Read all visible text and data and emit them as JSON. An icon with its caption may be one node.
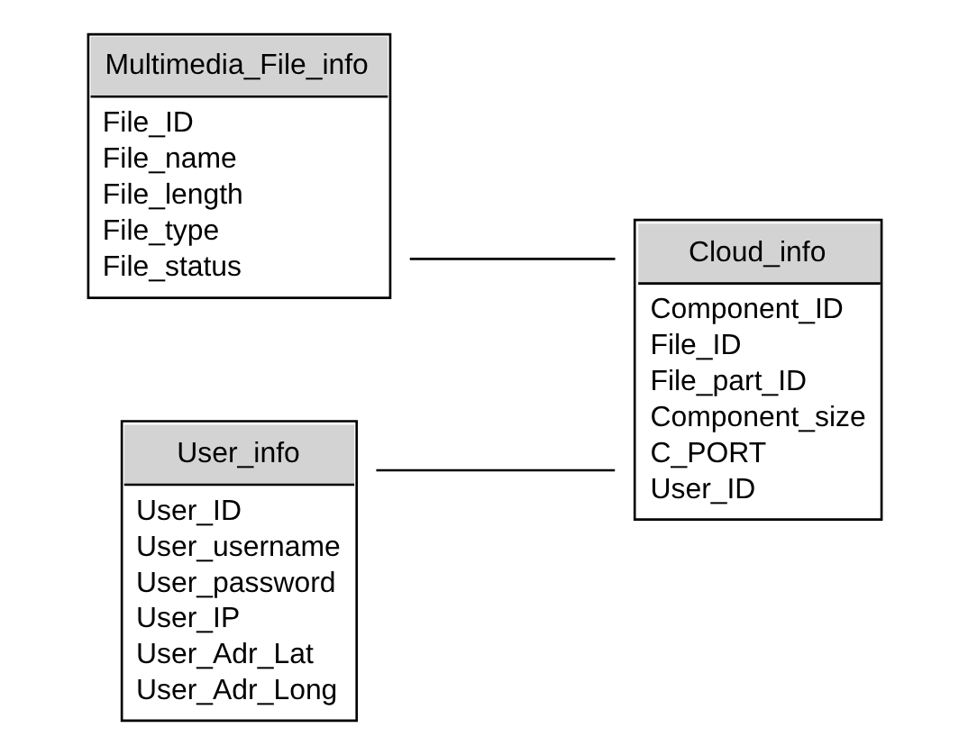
{
  "diagram": {
    "nodes": [
      {
        "text": [
          "Multimedia_File_info",
          "File_ID",
          "File_name",
          "File_length",
          "File_type",
          "File_status"
        ]
      },
      {
        "text": [
          "Cloud_info",
          "Component_ID",
          "File_ID",
          "File_part_ID",
          "Component_size",
          "C_PORT",
          "User_ID"
        ]
      },
      {
        "text": [
          "User_info",
          "User_ID",
          "User_username",
          "User_password",
          "User_IP",
          "User_Adr_Lat",
          "User_Adr_Long"
        ]
      }
    ],
    "edges": [
      {
        "from": 0,
        "to": 1,
        "arrow": "none"
      },
      {
        "from": 2,
        "to": 1,
        "arrow": "none"
      }
    ]
  }
}
